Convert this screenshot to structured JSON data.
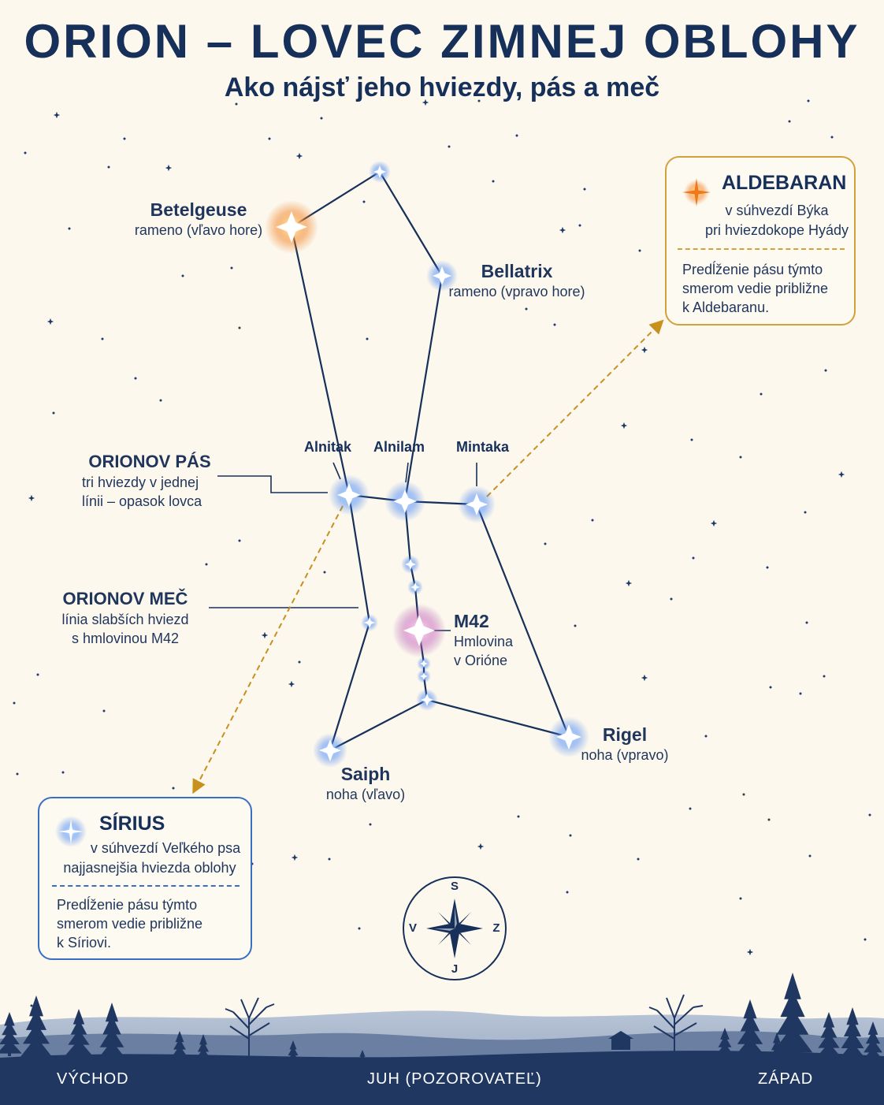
{
  "title": "ORION – LOVEC ZIMNEJ OBLOHY",
  "subtitle": "Ako nájsť jeho hviezdy, pás a meč",
  "colors": {
    "navy": "#16305a",
    "star_blue": "#3f7ff0",
    "betelgeuse_orange": "#f07a1a",
    "nebula_pink": "#c061b8",
    "aldebaran_border": "#d1a23a",
    "sirius_border": "#3a6ec4",
    "arrow_gold": "#c8901c"
  },
  "stars": {
    "betelgeuse": {
      "name": "Betelgeuse",
      "desc": "rameno (vľavo hore)"
    },
    "bellatrix": {
      "name": "Bellatrix",
      "desc": "rameno (vpravo hore)"
    },
    "rigel": {
      "name": "Rigel",
      "desc": "noha (vpravo)"
    },
    "saiph": {
      "name": "Saiph",
      "desc": "noha (vľavo)"
    },
    "m42": {
      "name": "M42",
      "desc1": "Hmlovina",
      "desc2": "v Orióne"
    }
  },
  "belt": {
    "alnitak": "Alnitak",
    "alnilam": "Alnilam",
    "mintaka": "Mintaka"
  },
  "callouts": {
    "belt": {
      "title": "ORIONOV PÁS",
      "line1": "tri hviezdy v jednej",
      "line2": "línii – opasok lovca"
    },
    "sword": {
      "title": "ORIONOV MEČ",
      "line1": "línia slabších hviezd",
      "line2": "s hmlovinou M42"
    }
  },
  "aldebaran": {
    "title": "ALDEBARAN",
    "sub1": "v súhvezdí Býka",
    "sub2": "pri hviezdokope Hyády",
    "desc1": "Predĺženie pásu týmto",
    "desc2": "smerom vedie približne",
    "desc3": "k Aldebaranu."
  },
  "sirius": {
    "title": "SÍRIUS",
    "sub1": "v súhvezdí Veľkého psa",
    "sub2": "najjasnejšia hviezda oblohy",
    "desc1": "Predĺženie pásu týmto",
    "desc2": "smerom vedie približne",
    "desc3": "k Síriovi."
  },
  "compass": {
    "n": "S",
    "s": "J",
    "w": "V",
    "e": "Z"
  },
  "ground": {
    "left": "VÝCHOD",
    "center": "JUH (POZOROVATEĽ)",
    "right": "ZÁPAD"
  }
}
